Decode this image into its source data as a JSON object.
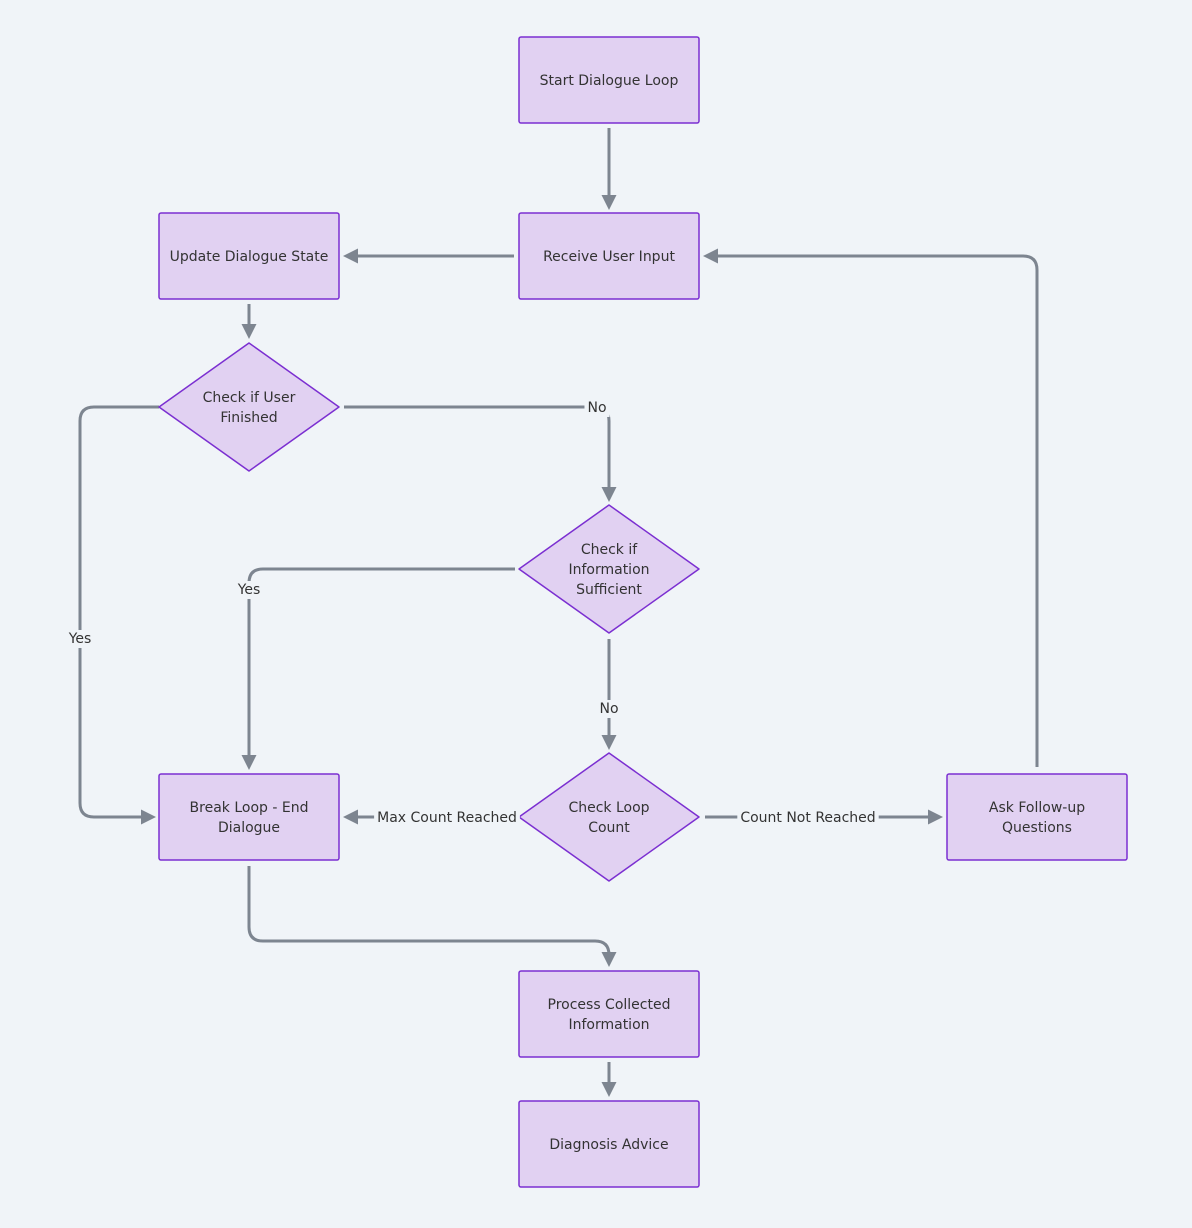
{
  "diagram": {
    "colors": {
      "background": "#f0f4f8",
      "node_fill": "#e1d1f2",
      "node_stroke": "#7b2fd1",
      "edge": "#7d8590",
      "text": "#333333"
    },
    "nodes": {
      "start": {
        "shape": "rect",
        "lines": [
          "Start Dialogue Loop"
        ]
      },
      "receive": {
        "shape": "rect",
        "lines": [
          "Receive User Input"
        ]
      },
      "update": {
        "shape": "rect",
        "lines": [
          "Update Dialogue State"
        ]
      },
      "checkUser": {
        "shape": "diamond",
        "lines": [
          "Check if User",
          "Finished"
        ]
      },
      "checkInfo": {
        "shape": "diamond",
        "lines": [
          "Check if",
          "Information",
          "Sufficient"
        ]
      },
      "checkCount": {
        "shape": "diamond",
        "lines": [
          "Check Loop",
          "Count"
        ]
      },
      "breakLoop": {
        "shape": "rect",
        "lines": [
          "Break Loop - End",
          "Dialogue"
        ]
      },
      "askFollow": {
        "shape": "rect",
        "lines": [
          "Ask Follow-up",
          "Questions"
        ]
      },
      "process": {
        "shape": "rect",
        "lines": [
          "Process Collected",
          "Information"
        ]
      },
      "diagnosis": {
        "shape": "rect",
        "lines": [
          "Diagnosis  Advice"
        ]
      }
    },
    "edges": [
      {
        "from": "start",
        "to": "receive",
        "label": ""
      },
      {
        "from": "receive",
        "to": "update",
        "label": ""
      },
      {
        "from": "update",
        "to": "checkUser",
        "label": ""
      },
      {
        "from": "checkUser",
        "to": "checkInfo",
        "label": "No"
      },
      {
        "from": "checkUser",
        "to": "breakLoop",
        "label": "Yes"
      },
      {
        "from": "checkInfo",
        "to": "breakLoop",
        "label": "Yes"
      },
      {
        "from": "checkInfo",
        "to": "checkCount",
        "label": "No"
      },
      {
        "from": "checkCount",
        "to": "breakLoop",
        "label": "Max Count Reached"
      },
      {
        "from": "checkCount",
        "to": "askFollow",
        "label": "Count Not Reached"
      },
      {
        "from": "askFollow",
        "to": "receive",
        "label": ""
      },
      {
        "from": "breakLoop",
        "to": "process",
        "label": ""
      },
      {
        "from": "process",
        "to": "diagnosis",
        "label": ""
      }
    ]
  }
}
